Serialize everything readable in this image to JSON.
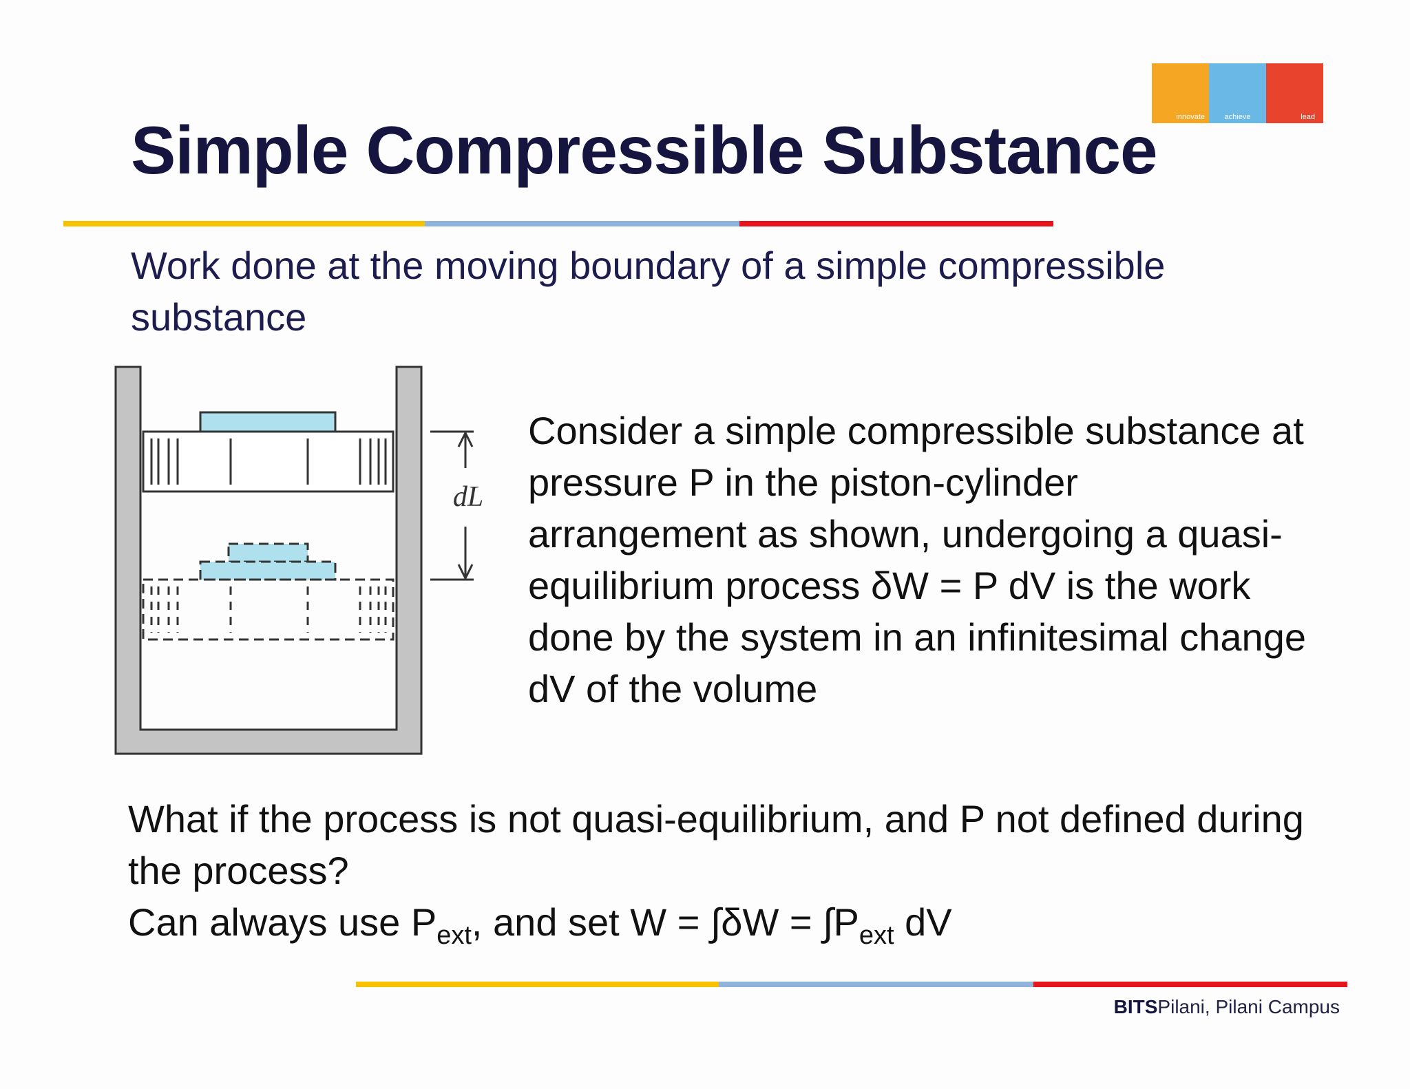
{
  "logo": {
    "left": "innovate",
    "middle": "achieve",
    "right": "lead"
  },
  "title": "Simple Compressible Substance",
  "subtitle": "Work done at the moving boundary of a simple compressible substance",
  "figure": {
    "dimension_label": "dL"
  },
  "body": "Consider a simple compressible substance at pressure P in the piston-cylinder arrangement as shown, undergoing a quasi-equilibrium process δW = P dV is the work done by the system in an infinitesimal change dV of the volume",
  "bottom": {
    "line1": "What if the process is not quasi-equilibrium, and P not defined during the process?",
    "line2_a": "Can always use P",
    "line2_sub1": "ext",
    "line2_b": ", and set W = ∫δW = ∫P",
    "line2_sub2": "ext",
    "line2_c": " dV"
  },
  "footer": {
    "brand": "BITS",
    "campus": "Pilani, Pilani Campus"
  },
  "colors": {
    "yellow": "#f7c300",
    "blue": "#8fb3dd",
    "red": "#e8141c",
    "title": "#151540",
    "light_blue": "#aee0ee",
    "wall_gray": "#c4c4c4"
  }
}
